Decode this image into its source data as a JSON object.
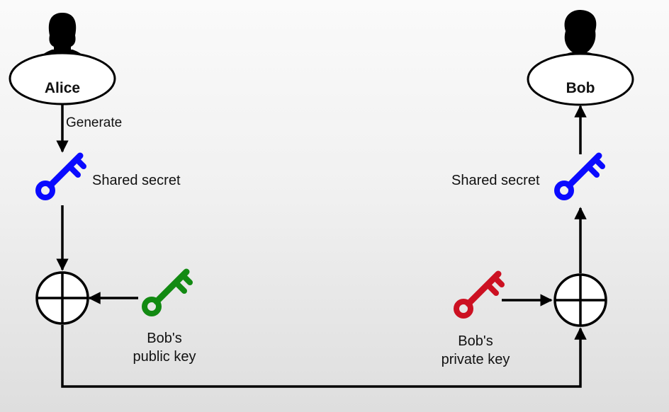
{
  "actors": {
    "alice": {
      "name": "Alice"
    },
    "bob": {
      "name": "Bob"
    }
  },
  "labels": {
    "generate": "Generate",
    "shared_secret_left": "Shared secret",
    "shared_secret_right": "Shared secret",
    "bob_public_key_line1": "Bob's",
    "bob_public_key_line2": "public key",
    "bob_private_key_line1": "Bob's",
    "bob_private_key_line2": "private key"
  },
  "colors": {
    "shared_secret_key": "#0a0aff",
    "public_key": "#128a12",
    "private_key": "#cc1122",
    "line": "#000000"
  },
  "icons": {
    "alice": "female-user-icon",
    "bob": "male-user-icon",
    "key": "key-icon",
    "combine": "xor-circle-icon"
  }
}
